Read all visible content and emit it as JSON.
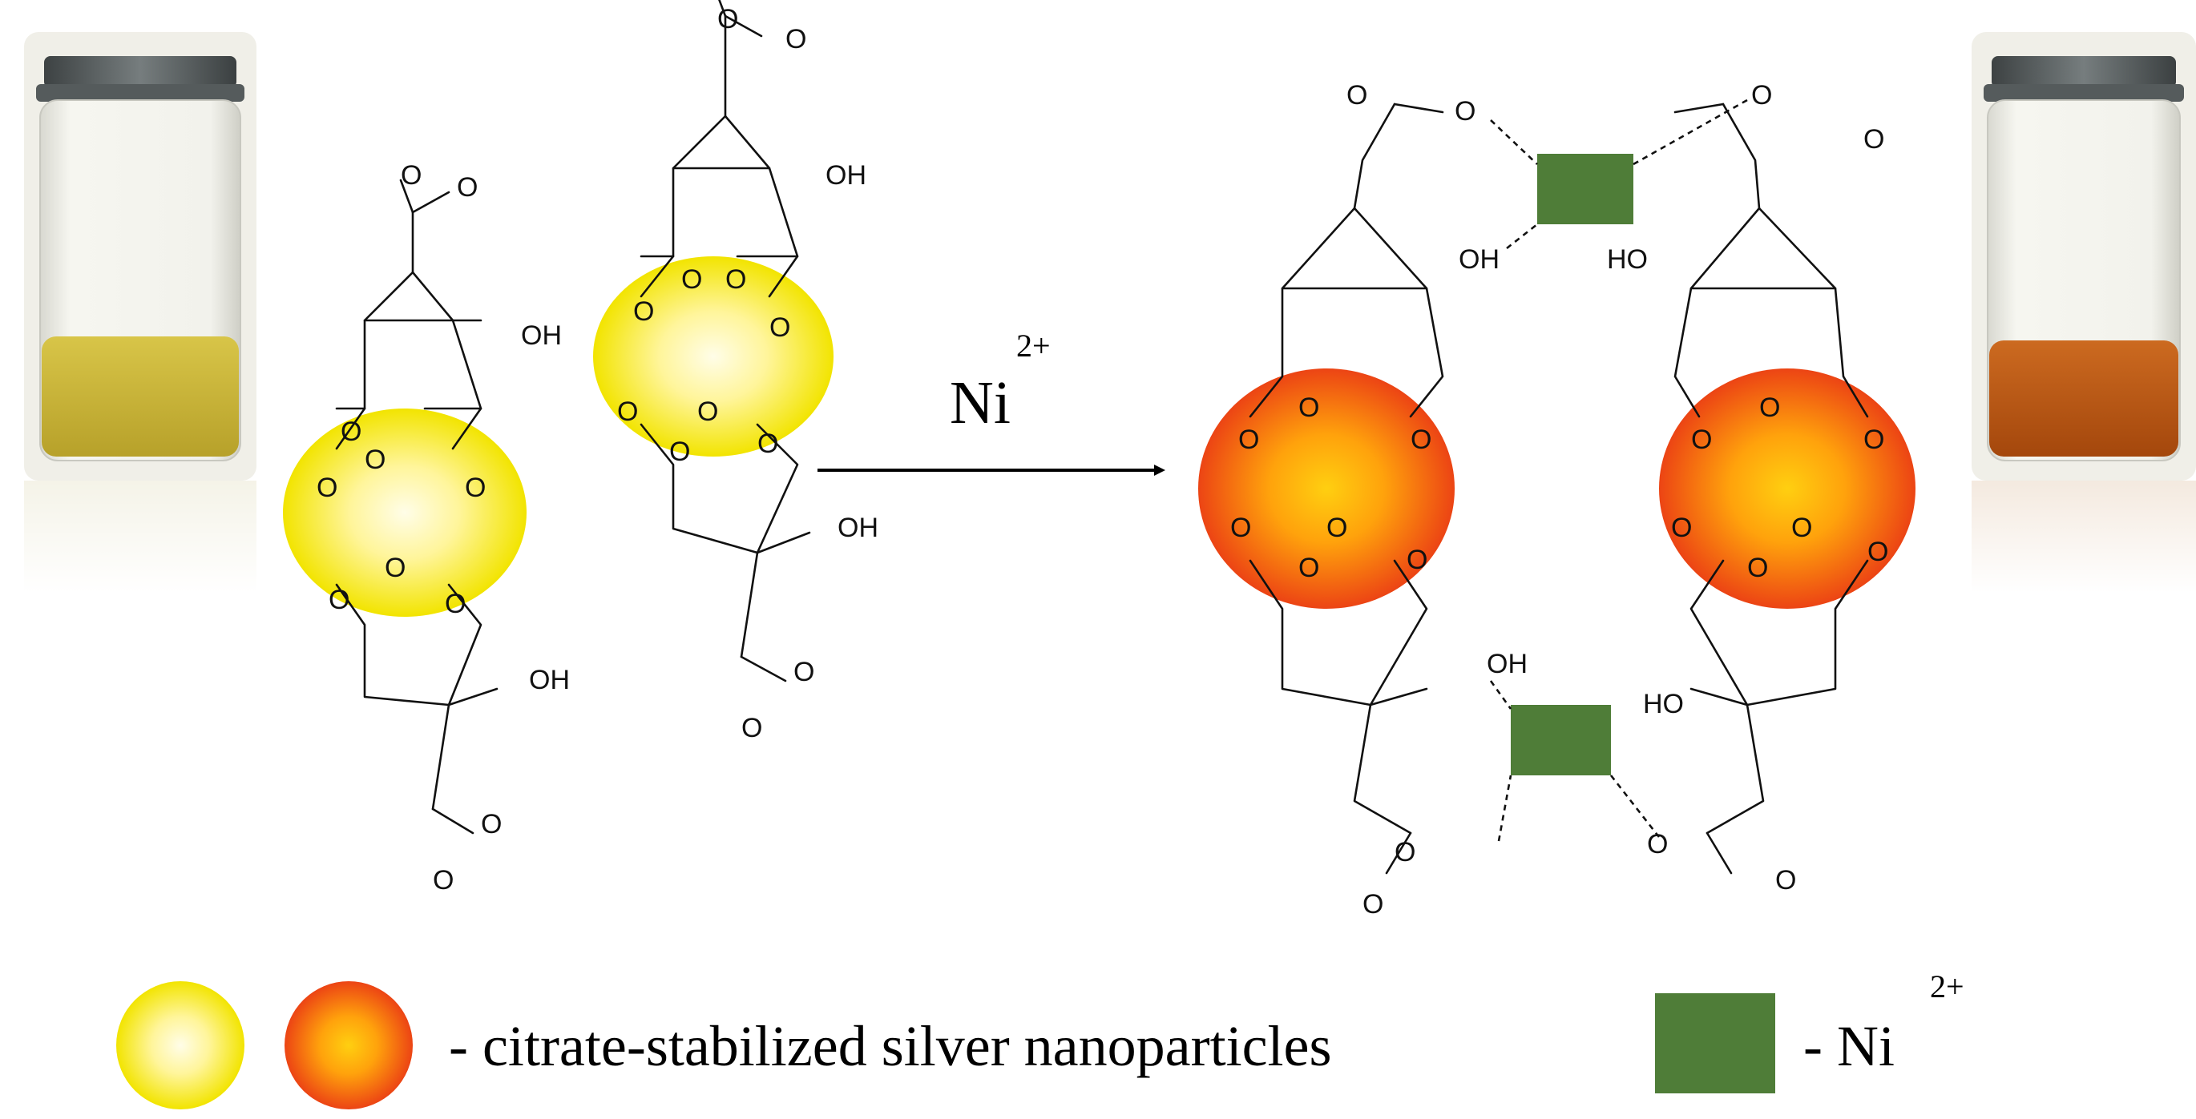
{
  "reaction": {
    "reagent_label": "Ni",
    "reagent_charge": "2+"
  },
  "atoms": {
    "carboxylate_O": "O",
    "carboxylate_Ominus": "O",
    "minus": "-",
    "hydroxyl": "OH",
    "hydroxyl_left": "HO"
  },
  "legend": {
    "nanoparticle_text": "- citrate-stabilized silver nanoparticles",
    "nickel_text": "- Ni",
    "nickel_charge": "2+"
  },
  "colors": {
    "yellow_np": "#f4e600",
    "orange_np": "#ee4a12",
    "nickel_square": "#4f7d38",
    "vial_before": "#c8b130",
    "vial_after": "#b5530e"
  },
  "icons": [
    "vial-before-photo",
    "vial-after-photo",
    "reaction-arrow"
  ]
}
